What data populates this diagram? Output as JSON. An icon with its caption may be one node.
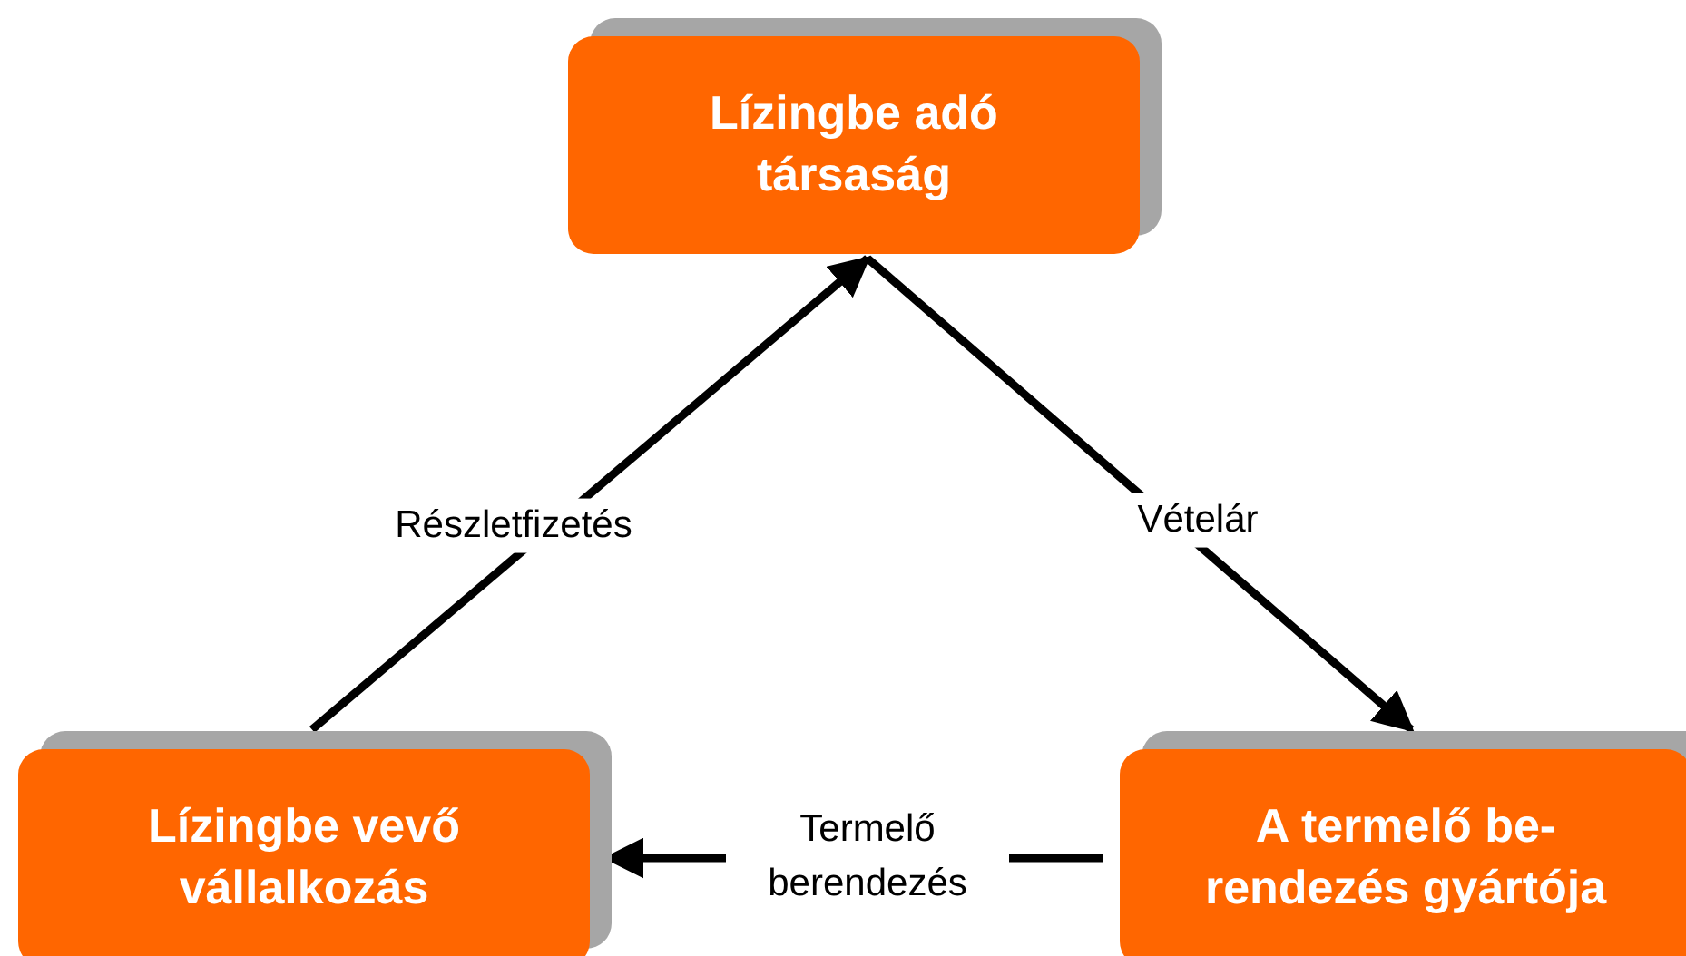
{
  "diagram": {
    "nodes": [
      {
        "text": [
          "Lízingbe adó társaság"
        ]
      },
      {
        "text": [
          "Lízingbe vevő vállalkozás"
        ]
      },
      {
        "text": [
          "A termelő be- rendezés gyártója"
        ]
      }
    ],
    "edges": [
      {
        "from": 1,
        "to": 0,
        "arrow": "to",
        "label": "Részletfizetés"
      },
      {
        "from": 0,
        "to": 2,
        "arrow": "to",
        "label": "Vételár"
      },
      {
        "from": 2,
        "to": 1,
        "arrow": "to",
        "label": "Termelő berendezés"
      }
    ]
  }
}
